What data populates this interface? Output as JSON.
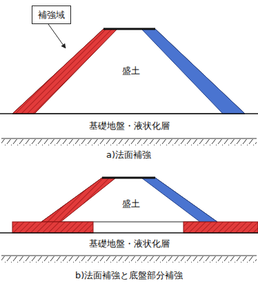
{
  "diagram": {
    "nodes": [
      {
        "text": [
          "補強域"
        ]
      }
    ],
    "labels": [
      "盛土",
      "基礎地盤・液状化層",
      "a)法面補強",
      "盛土",
      "基礎地盤・液状化層",
      "b)法面補強と底盤部分補強"
    ]
  }
}
